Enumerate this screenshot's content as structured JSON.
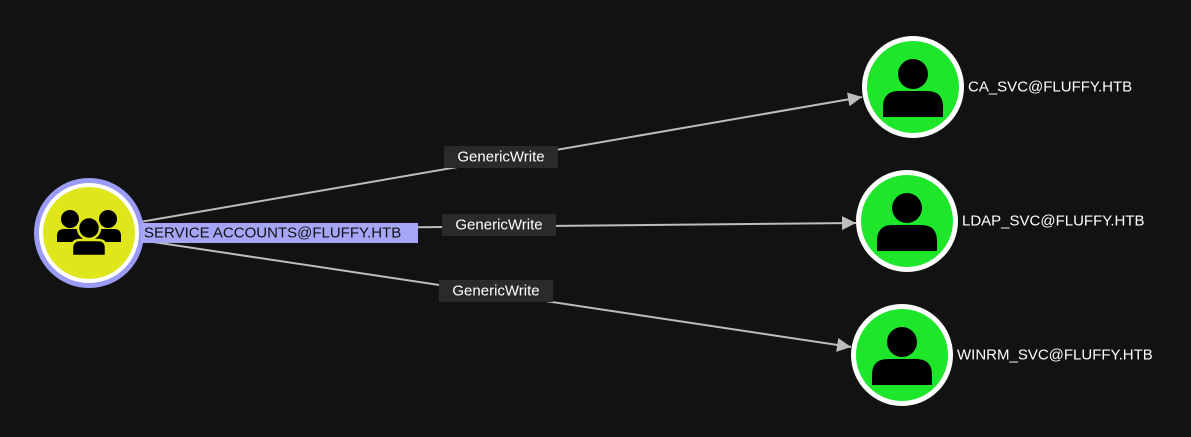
{
  "graph": {
    "colors": {
      "background": "#121212",
      "group_fill": "#dfe61b",
      "group_ring": "#9b9bf5",
      "user_fill": "#1ee62a",
      "user_ring": "#ffffff",
      "edge": "#bdbdbd",
      "edge_label_bg": "#2a2a2a",
      "selected_label_bg": "#a6a6f7"
    },
    "nodes": [
      {
        "id": "service_accounts",
        "label": "SERVICE ACCOUNTS@FLUFFY.HTB",
        "type": "group",
        "icon": "users-icon",
        "selected": true
      },
      {
        "id": "ca_svc",
        "label": "CA_SVC@FLUFFY.HTB",
        "type": "user",
        "icon": "user-icon"
      },
      {
        "id": "ldap_svc",
        "label": "LDAP_SVC@FLUFFY.HTB",
        "type": "user",
        "icon": "user-icon"
      },
      {
        "id": "winrm_svc",
        "label": "WINRM_SVC@FLUFFY.HTB",
        "type": "user",
        "icon": "user-icon"
      }
    ],
    "edges": [
      {
        "from": "service_accounts",
        "to": "ca_svc",
        "label": "GenericWrite"
      },
      {
        "from": "service_accounts",
        "to": "ldap_svc",
        "label": "GenericWrite"
      },
      {
        "from": "service_accounts",
        "to": "winrm_svc",
        "label": "GenericWrite"
      }
    ]
  }
}
